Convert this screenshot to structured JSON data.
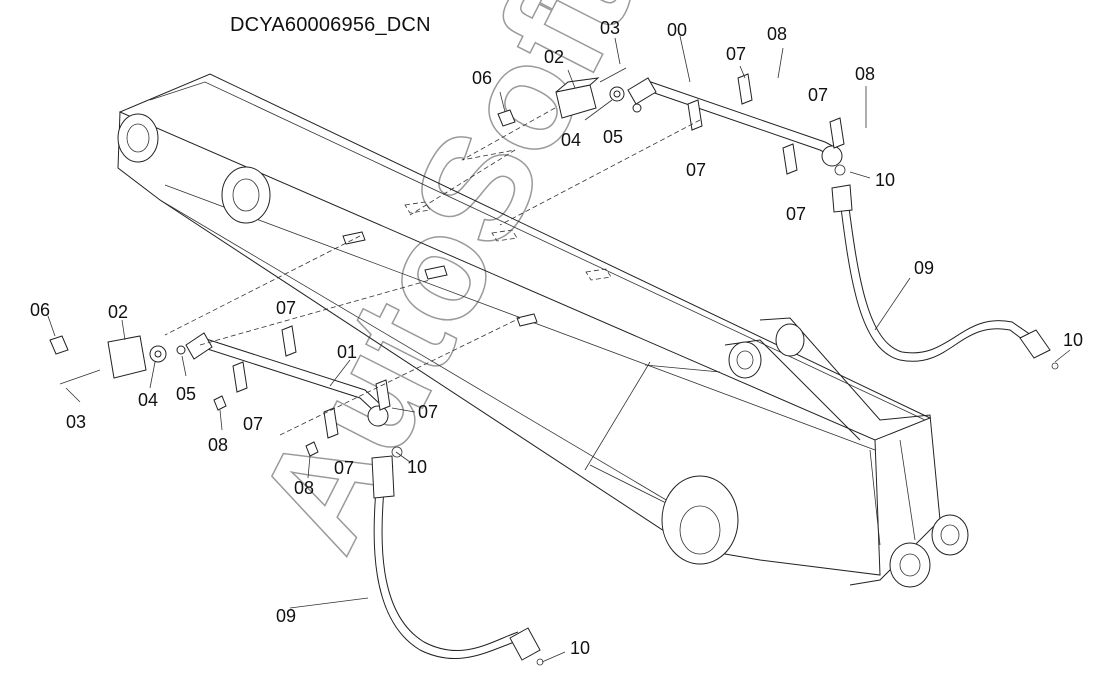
{
  "drawing": {
    "title": "DCYA60006956_DCN",
    "watermark": "AutoSoft"
  },
  "callouts": {
    "upper": {
      "p00": "00",
      "p02": "02",
      "p03": "03",
      "p04": "04",
      "p05": "05",
      "p06": "06",
      "p07a": "07",
      "p07b": "07",
      "p07c": "07",
      "p07d": "07",
      "p08a": "08",
      "p08b": "08",
      "p09": "09",
      "p10a": "10",
      "p10b": "10"
    },
    "lower": {
      "p01": "01",
      "p02": "02",
      "p03": "03",
      "p04": "04",
      "p05": "05",
      "p06": "06",
      "p07a": "07",
      "p07b": "07",
      "p07c": "07",
      "p07d": "07",
      "p08a": "08",
      "p08b": "08",
      "p09": "09",
      "p10a": "10",
      "p10b": "10"
    }
  },
  "colors": {
    "line": "#222222",
    "watermark": "#9a9a9a"
  }
}
